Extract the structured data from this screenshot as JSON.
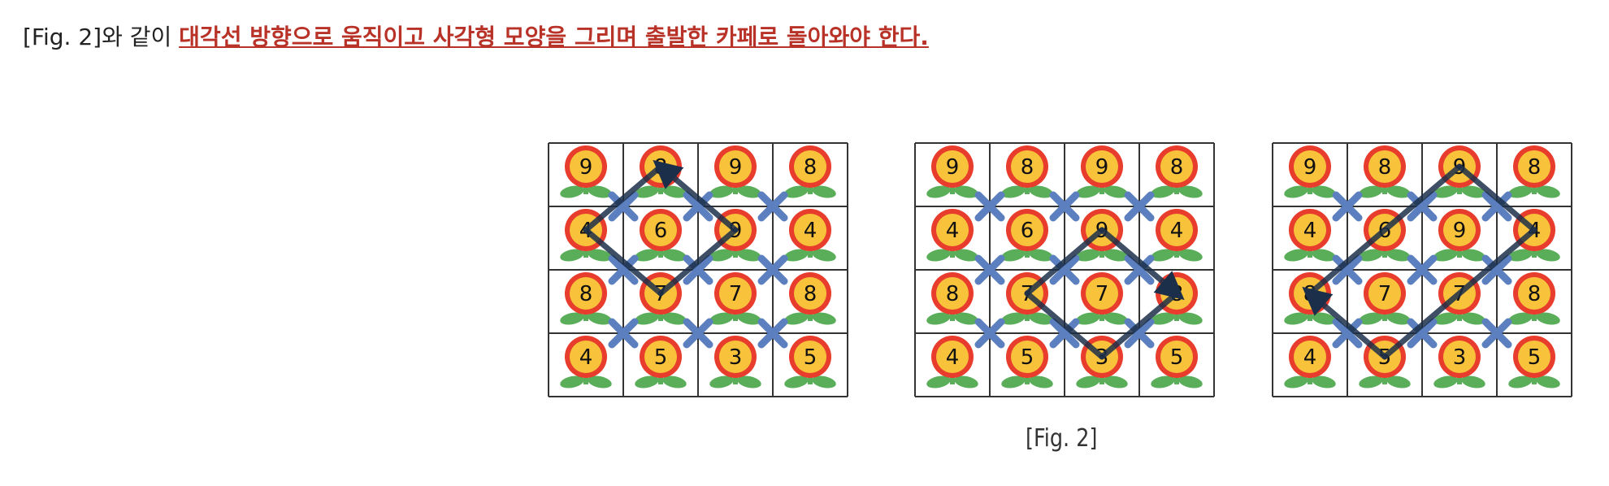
{
  "intro": {
    "prefix": "[Fig. 2]와 같이 ",
    "highlight": "대각선 방향으로 움직이고 사각형 모양을 그리며 출발한 카페로 돌아와야 한다.",
    "highlight_color": "#b83228"
  },
  "caption": "[Fig. 2]",
  "colors": {
    "petal": "#e83c2c",
    "center": "#f8c33a",
    "leaf": "#5aae5a",
    "cross": "#5b7fbf",
    "arrow": "#1c2f4a",
    "grid": "#333333"
  },
  "figures": [
    {
      "cells": [
        [
          9,
          8,
          9,
          8
        ],
        [
          4,
          6,
          9,
          4
        ],
        [
          8,
          7,
          7,
          8
        ],
        [
          4,
          5,
          3,
          5
        ]
      ],
      "path": [
        [
          1,
          0
        ],
        [
          2,
          1
        ],
        [
          1,
          2
        ],
        [
          0,
          1
        ]
      ],
      "arrow_to": [
        0,
        1
      ],
      "crosses": [
        [
          0,
          0
        ],
        [
          0,
          1
        ],
        [
          0,
          2
        ],
        [
          1,
          0
        ],
        [
          1,
          1
        ],
        [
          1,
          2
        ],
        [
          2,
          0
        ],
        [
          2,
          1
        ],
        [
          2,
          2
        ]
      ]
    },
    {
      "cells": [
        [
          9,
          8,
          9,
          8
        ],
        [
          4,
          6,
          9,
          4
        ],
        [
          8,
          7,
          7,
          8
        ],
        [
          4,
          5,
          3,
          5
        ]
      ],
      "path": [
        [
          1,
          2
        ],
        [
          2,
          3
        ],
        [
          3,
          2
        ],
        [
          2,
          1
        ]
      ],
      "arrow_to": [
        2,
        3
      ],
      "crosses": [
        [
          0,
          0
        ],
        [
          0,
          1
        ],
        [
          0,
          2
        ],
        [
          1,
          0
        ],
        [
          1,
          1
        ],
        [
          1,
          2
        ],
        [
          2,
          0
        ],
        [
          2,
          1
        ],
        [
          2,
          2
        ]
      ]
    },
    {
      "cells": [
        [
          9,
          8,
          9,
          8
        ],
        [
          4,
          6,
          9,
          4
        ],
        [
          8,
          7,
          7,
          8
        ],
        [
          4,
          5,
          3,
          5
        ]
      ],
      "path": [
        [
          0,
          2
        ],
        [
          1,
          3
        ],
        [
          3,
          1
        ],
        [
          2,
          0
        ]
      ],
      "arrow_to": [
        2,
        0
      ],
      "crosses": [
        [
          0,
          0
        ],
        [
          0,
          1
        ],
        [
          0,
          2
        ],
        [
          1,
          0
        ],
        [
          1,
          1
        ],
        [
          1,
          2
        ],
        [
          2,
          0
        ],
        [
          2,
          1
        ],
        [
          2,
          2
        ]
      ]
    }
  ]
}
